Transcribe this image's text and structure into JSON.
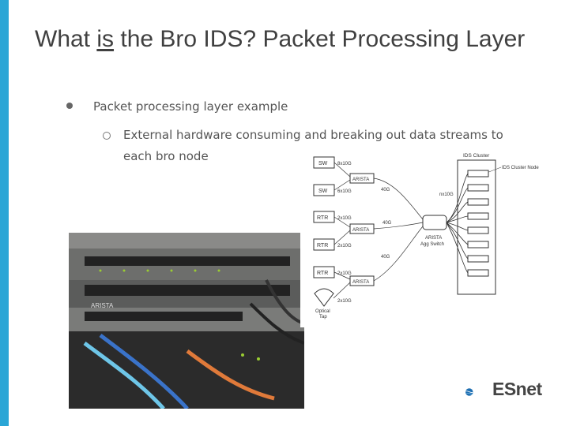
{
  "slide": {
    "title_pre": "What ",
    "title_underlined": "is",
    "title_post": " the Bro IDS? Packet Processing Layer",
    "accent_color": "#2aa6d6",
    "bullets": [
      {
        "text": "Packet processing layer example",
        "children": [
          {
            "text": "External hardware consuming and breaking out data streams to each bro node"
          }
        ]
      }
    ]
  },
  "photo": {
    "description_icon": "network-hardware-photo",
    "brand_text": "ARISTA"
  },
  "diagram": {
    "cluster_title": "IDS Cluster",
    "cluster_node_label": "IDS Cluster Node",
    "left_devices": [
      "SW",
      "SW",
      "RTR",
      "RTR",
      "RTR"
    ],
    "left_links": [
      "8x10G",
      "6x10G",
      "2x10G",
      "2x10G",
      "2x10G",
      "2x10G"
    ],
    "arista_labels": [
      "ARISTA",
      "ARISTA",
      "ARISTA"
    ],
    "uplink_labels": [
      "40G",
      "40G",
      "40G"
    ],
    "fanout_label": "nx10G",
    "switch_label_1": "ARISTA",
    "switch_label_2": "Agg Switch",
    "tap_label_1": "Optical",
    "tap_label_2": "Tap"
  },
  "logo": {
    "text": "ESnet",
    "icon": "esnet-globe-icon"
  }
}
